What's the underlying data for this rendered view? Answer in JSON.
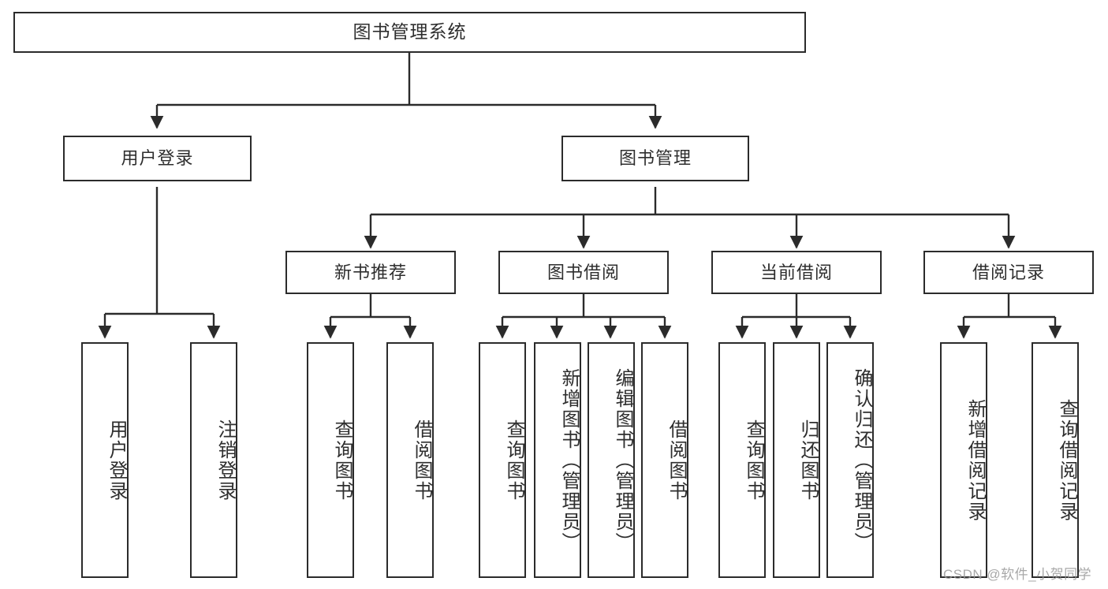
{
  "diagram": {
    "title": "图书管理系统",
    "type": "功能结构图",
    "line_color": "#2b2b2b",
    "text_color": "#2e2e2e",
    "background_color": "#ffffff"
  },
  "nodes": {
    "root": {
      "label": "图书管理系统"
    },
    "level2": [
      {
        "id": "user-login",
        "label": "用户登录"
      },
      {
        "id": "book-manage",
        "label": "图书管理"
      }
    ],
    "level3": [
      {
        "id": "new-book-recommend",
        "label": "新书推荐"
      },
      {
        "id": "book-borrow",
        "label": "图书借阅"
      },
      {
        "id": "current-borrow",
        "label": "当前借阅"
      },
      {
        "id": "borrow-record",
        "label": "借阅记录"
      }
    ],
    "leaves": {
      "user_login": [
        {
          "id": "leaf-user-login",
          "label": "用户登录"
        },
        {
          "id": "leaf-logout-login",
          "label": "注销登录"
        }
      ],
      "new_book_recommend": [
        {
          "id": "leaf-query-book-1",
          "label": "查询图书"
        },
        {
          "id": "leaf-borrow-book-1",
          "label": "借阅图书"
        }
      ],
      "book_borrow": [
        {
          "id": "leaf-query-book-2",
          "label": "查询图书"
        },
        {
          "id": "leaf-add-book",
          "label": "新增图书（管理员）"
        },
        {
          "id": "leaf-edit-book",
          "label": "编辑图书（管理员）"
        },
        {
          "id": "leaf-borrow-book-2",
          "label": "借阅图书"
        }
      ],
      "current_borrow": [
        {
          "id": "leaf-query-book-3",
          "label": "查询图书"
        },
        {
          "id": "leaf-return-book",
          "label": "归还图书"
        },
        {
          "id": "leaf-confirm-return",
          "label": "确认归还（管理员）"
        }
      ],
      "borrow_record": [
        {
          "id": "leaf-add-borrow-record",
          "label": "新增借阅记录"
        },
        {
          "id": "leaf-query-borrow-record",
          "label": "查询借阅记录"
        }
      ]
    }
  },
  "watermark": {
    "text": "CSDN @软件_小贺同学"
  }
}
